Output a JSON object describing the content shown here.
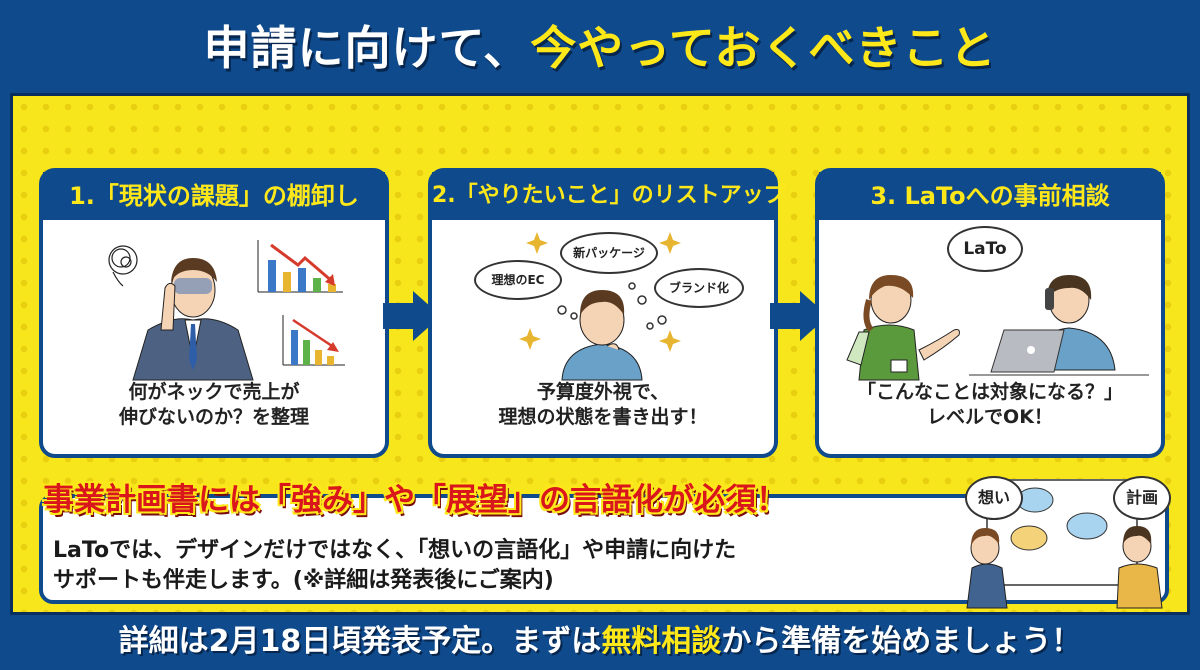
{
  "header": {
    "title_part1": "申請に向けて、",
    "title_part2": "今やっておくべきこと"
  },
  "steps": [
    {
      "heading": "1.「現状の課題」の棚卸し",
      "illustration": "worried-businessman-with-declining-charts",
      "text_line1": "何がネックで売上が",
      "text_line2": "伸びないのか？を整理"
    },
    {
      "heading": "2.「やりたいこと」のリストアップ",
      "illustration": "thinking-man-with-thought-bubbles",
      "bubbles": [
        "理想のEC",
        "新パッケージ",
        "ブランド化"
      ],
      "text_line1": "予算度外視で、",
      "text_line2": "理想の状態を書き出す！"
    },
    {
      "heading": "3. LaToへの事前相談",
      "illustration": "staff-consulting-client-on-phone",
      "bubble": "LaTo",
      "text_line1": "「こんなことは対象になる？」",
      "text_line2": "レベルでOK！"
    }
  ],
  "callout": {
    "headline": "事業計画書には「強み」や「展望」の言語化が必須！",
    "desc_line1": "LaToでは、デザインだけではなく、「想いの言語化」や申請に向けた",
    "desc_line2": "サポートも伴走します。(※詳細は発表後にご案内)",
    "illustration_bubbles": [
      "想い",
      "計画"
    ]
  },
  "footer": {
    "part1": "詳細は2月18日頃発表予定。まずは",
    "highlight": "無料相談",
    "part2": "から準備を始めましょう！"
  },
  "colors": {
    "navy": "#0f4a8c",
    "yellow": "#f8e61c",
    "accent_yellow": "#ffe81a",
    "red": "#d8161b"
  }
}
